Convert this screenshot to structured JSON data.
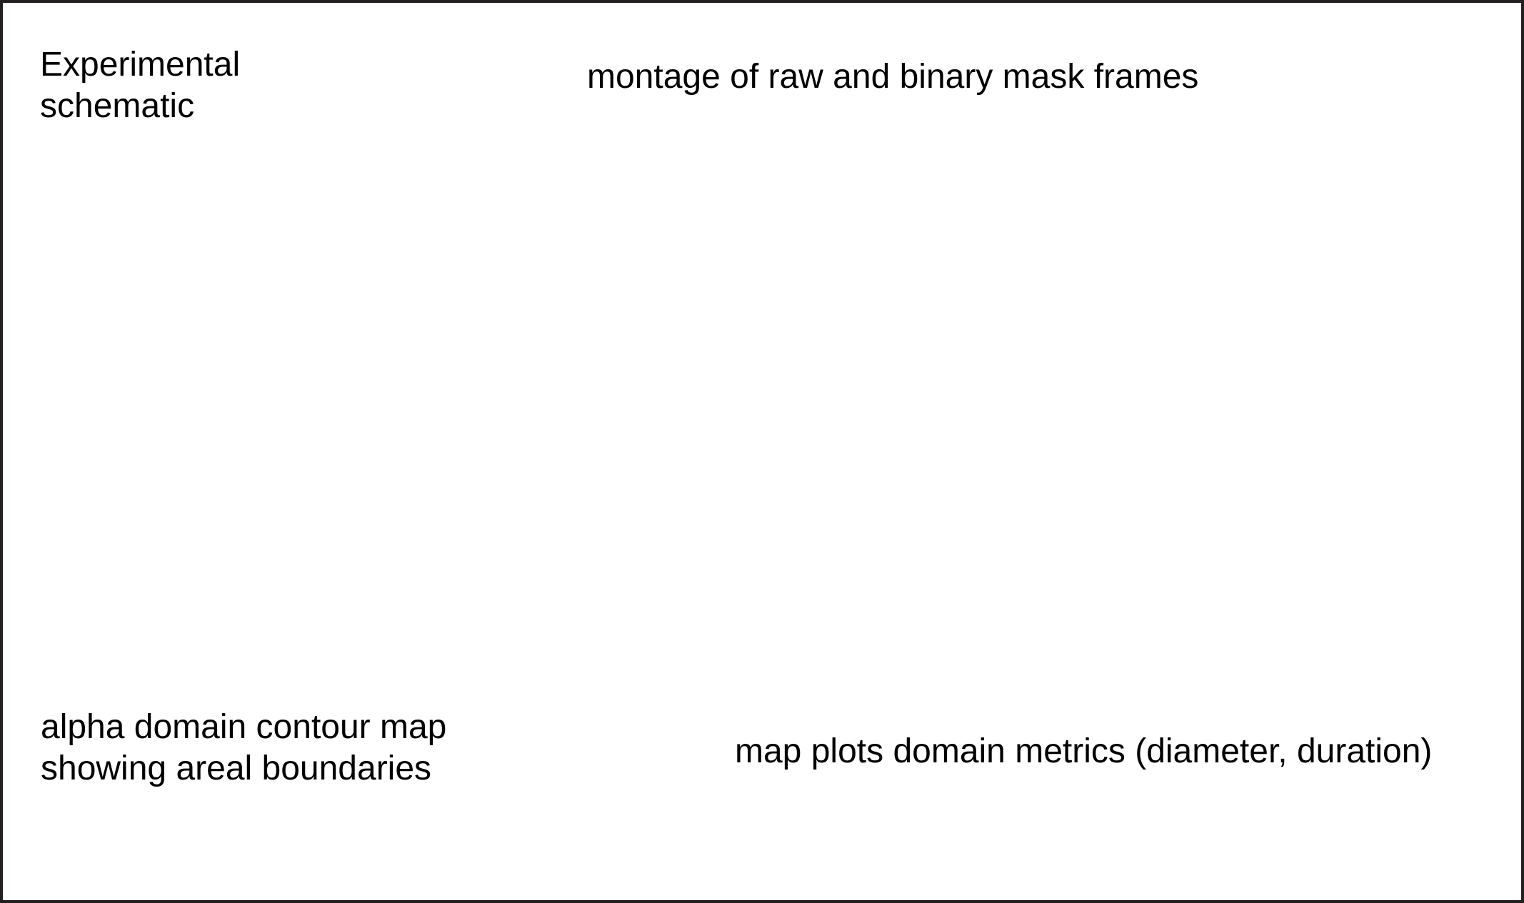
{
  "figure": {
    "colors": {
      "background": "#ffffff",
      "border": "#231f20",
      "text": "#000000"
    },
    "panels": [
      {
        "id": "experimental-schematic",
        "label": "Experimental\nschematic"
      },
      {
        "id": "montage-frames",
        "label": "montage of raw and binary mask frames"
      },
      {
        "id": "alpha-domain-contour-map",
        "label": "alpha domain contour map\nshowing areal boundaries"
      },
      {
        "id": "map-domain-metrics",
        "label": "map plots domain metrics (diameter, duration)"
      }
    ]
  }
}
